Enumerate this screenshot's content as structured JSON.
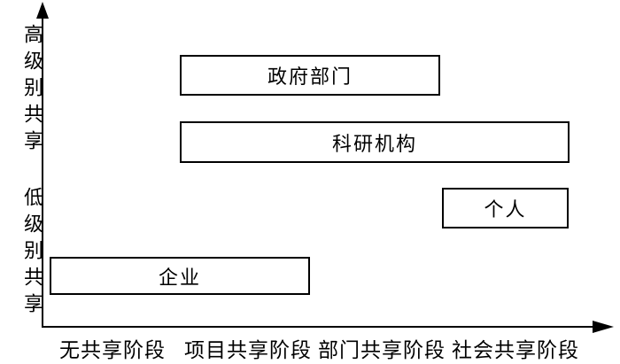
{
  "colors": {
    "ink": "#000000",
    "background": "#ffffff"
  },
  "y_axis": {
    "high_label": "高级别共享",
    "low_label": "低级别共享"
  },
  "x_axis": {
    "stages": [
      "无共享阶段",
      "项目共享阶段",
      "部门共享阶段",
      "社会共享阶段"
    ]
  },
  "boxes": [
    {
      "label": "政府部门"
    },
    {
      "label": "科研机构"
    },
    {
      "label": "个人"
    },
    {
      "label": "企业"
    }
  ]
}
